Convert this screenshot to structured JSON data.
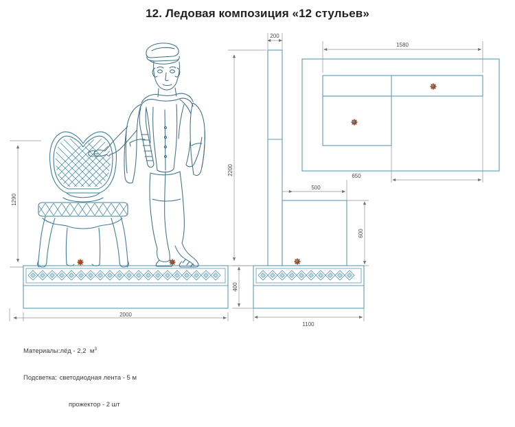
{
  "page": {
    "title": "12. Ледовая композиция «12 стульев»",
    "background_color": "#ffffff",
    "line_color": "#5b9bb5",
    "dim_color": "#808080",
    "text_color": "#2b2b2b",
    "marker_color": "#a8431a",
    "figure_color": "#3d6f87"
  },
  "dimensions": {
    "chair_height": "1290",
    "base_width_front": "2000",
    "base_height": "400",
    "column_width": "200",
    "total_height": "2200",
    "plan_width": "1580",
    "plan_depth_a": "500",
    "plan_depth_b": "650",
    "block_height": "600",
    "base_width_side": "1100"
  },
  "notes": {
    "materials_label": "Материалы:",
    "materials_value": "лёд - 2,2  м",
    "materials_sup": "3",
    "lighting_label": "Подсветка:",
    "lighting_value_1": "светодиодная лента - 5 м",
    "lighting_value_2": "прожектор - 2 шт"
  },
  "views": {
    "front_elevation": "front-elevation-view",
    "side_elevation": "side-elevation-view",
    "plan": "plan-view"
  },
  "markers": {
    "name": "projector-marker",
    "count": 5
  }
}
